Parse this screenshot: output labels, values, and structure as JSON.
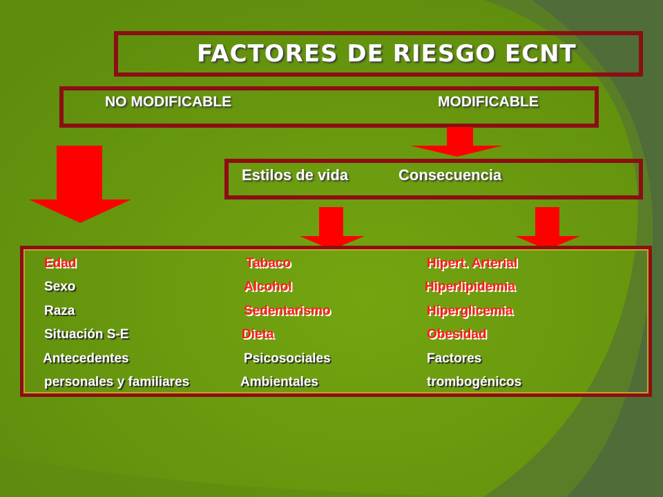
{
  "title": "FACTORES DE RIESGO ECNT",
  "header": {
    "left": "NO MODIFICABLE",
    "right": "MODIFICABLE"
  },
  "modifiable": {
    "left": "Estilos de vida",
    "right": "Consecuencia"
  },
  "columns": {
    "no_modificable": [
      "Edad",
      "Sexo",
      "Raza",
      "Situación S-E",
      "Antecedentes",
      "personales y familiares"
    ],
    "estilos_de_vida": [
      "Tabaco",
      "Alcohol",
      "Sedentarismo",
      "Dieta",
      "Psicosociales",
      "Ambientales"
    ],
    "consecuencia": [
      "Hipert. Arterial",
      "Hiperlipidemia",
      "Hiperglicemia",
      "Obesidad",
      "Factores",
      "trombogénicos"
    ]
  },
  "colors": {
    "background": "#6b9a10",
    "border": "#8a0f14",
    "arrow": "#ff0000",
    "accent_red_text": "#ff1a1a"
  }
}
